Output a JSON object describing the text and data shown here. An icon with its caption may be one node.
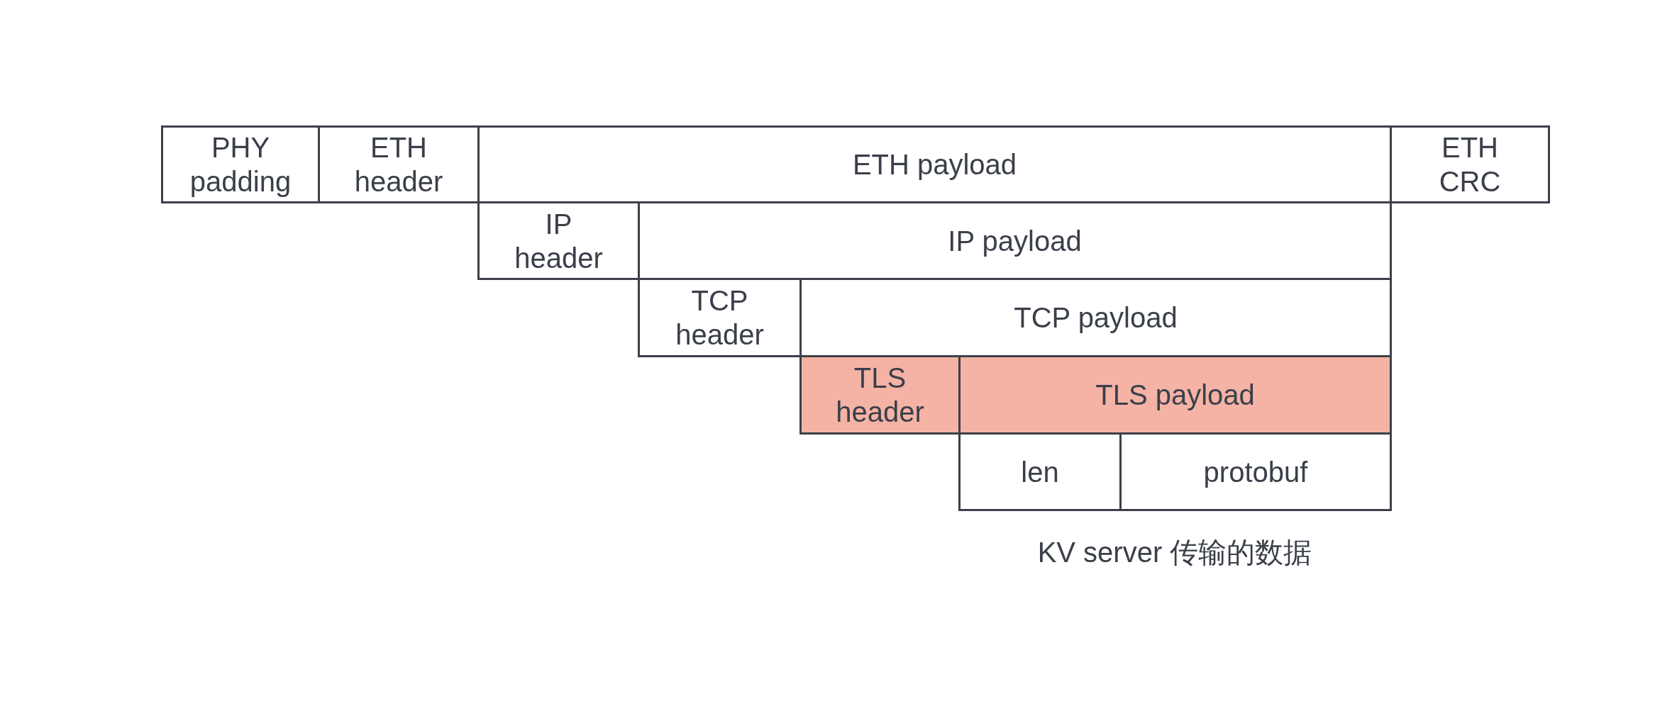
{
  "diagram": {
    "nodes": [
      {
        "text": [
          "PHY padding"
        ]
      },
      {
        "text": [
          "ETH header"
        ]
      },
      {
        "text": [
          "ETH payload"
        ]
      },
      {
        "text": [
          "ETH CRC"
        ]
      },
      {
        "text": [
          "IP header"
        ]
      },
      {
        "text": [
          "IP payload"
        ]
      },
      {
        "text": [
          "TCP header"
        ]
      },
      {
        "text": [
          "TCP payload"
        ]
      },
      {
        "text": [
          "TLS header"
        ]
      },
      {
        "text": [
          "TLS payload"
        ]
      },
      {
        "text": [
          "len"
        ]
      },
      {
        "text": [
          "protobuf"
        ]
      }
    ],
    "labels": [
      "KV server 传输的数据"
    ]
  }
}
